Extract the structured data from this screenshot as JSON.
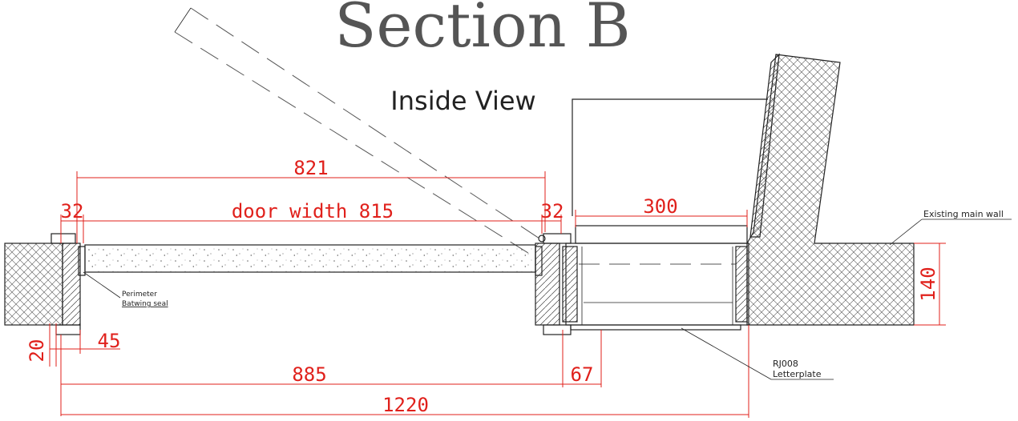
{
  "title": "Section B",
  "subtitle": "Inside View",
  "dimensions": {
    "d821": "821",
    "d32_left": "32",
    "d32_right": "32",
    "door_width": "door width 815",
    "d300": "300",
    "d140": "140",
    "d20": "20",
    "d45": "45",
    "d885": "885",
    "d67": "67",
    "d1220": "1220"
  },
  "notes": {
    "seal_line1": "Perimeter",
    "seal_line2": "Batwing seal",
    "letterplate_line1": "RJ008",
    "letterplate_line2": "Letterplate",
    "wall": "Existing main wall"
  },
  "colors": {
    "dimension": "#e0201b",
    "title": "#555555",
    "linework": "#222222"
  }
}
